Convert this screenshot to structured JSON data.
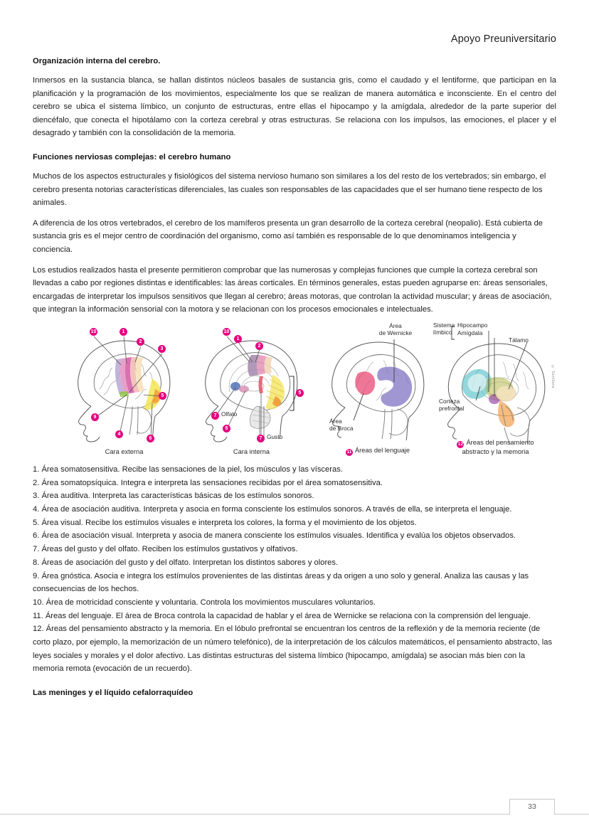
{
  "header": {
    "title": "Apoyo Preuniversitario"
  },
  "sections": {
    "heading1": "Organización interna del cerebro.",
    "para1": "Inmersos en la sustancia blanca, se hallan distintos núcleos basales de sustancia gris, como el caudado y el lentiforme, que participan en la planificación y la programación de los movimientos, especialmente los que se realizan de manera automática e inconsciente. En el centro del cerebro se ubica el sistema límbico, un conjunto de estructuras, entre ellas el hipocampo y la amígdala, alrededor de la parte superior del diencéfalo, que conecta el hipotálamo con la corteza cerebral y otras estructuras. Se relaciona con los impulsos, las emociones, el placer y el desagrado y también con la consolidación de la memoria.",
    "heading2": "Funciones nerviosas complejas: el cerebro humano",
    "para2": "Muchos de los aspectos estructurales y fisiológicos del sistema nervioso humano son similares a los del resto de los vertebrados; sin embargo, el cerebro presenta notorias características diferenciales, las cuales son responsables de las capacidades que el ser humano tiene respecto de los animales.",
    "para3": "A diferencia de los otros vertebrados, el cerebro de los mamíferos presenta un gran desarrollo de la corteza cerebral (neopalio). Está cubierta de sustancia gris es el mejor centro de coordinación del organismo, como así también es responsable de lo que denominamos inteligencia y conciencia.",
    "para4": "Los estudios realizados hasta el presente permitieron comprobar que las numerosas y complejas funciones que cumple la corteza cerebral son llevadas a cabo por regiones distintas e identificables: las áreas corticales. En términos generales, estas pueden agruparse en: áreas sensoriales, encargadas de interpretar los impulsos sensitivos que llegan al cerebro; áreas motoras, que controlan la actividad muscular; y áreas de asociación, que integran la información sensorial con la motora y se relacionan con los procesos emocionales e intelectuales.",
    "heading3": "Las meninges y el líquido cefalorraquídeo"
  },
  "figure": {
    "copyright": "© Santillana",
    "panels": [
      {
        "id": "cara-externa",
        "caption": "Cara externa",
        "caption_num": "",
        "markers": [
          "10",
          "1",
          "2",
          "3",
          "5",
          "9",
          "4",
          "6"
        ],
        "annotations": []
      },
      {
        "id": "cara-interna",
        "caption": "Cara interna",
        "caption_num": "",
        "markers": [
          "10",
          "1",
          "2",
          "5",
          "7",
          "8",
          "7"
        ],
        "annotations": [
          "Olfato",
          "Gusto"
        ]
      },
      {
        "id": "areas-del-lenguaje",
        "caption": "Áreas del lenguaje",
        "caption_num": "11",
        "markers": [],
        "annotations": [
          "Área\nde Wernicke",
          "Área\nde Broca"
        ]
      },
      {
        "id": "areas-pensamiento-abstracto",
        "caption": "Áreas del pensamiento abstracto y la memoria",
        "caption_num": "12",
        "markers": [],
        "annotations": [
          "Sistema límbico",
          "Hipocampo",
          "Amígdala",
          "Tálamo",
          "Corteza prefrontal"
        ]
      }
    ],
    "labels": {
      "wernicke": "Área\nde Wernicke",
      "wernicke_l1": "Área",
      "wernicke_l2": "de Wernicke",
      "broca_l1": "Área",
      "broca_l2": "de Broca",
      "olfato": "Olfato",
      "gusto": "Gusto",
      "sistema_l1": "Sistema",
      "sistema_l2": "límbico",
      "hipocampo": "Hipocampo",
      "amigdala": "Amígdala",
      "talamo": "Tálamo",
      "corteza_l1": "Corteza",
      "corteza_l2": "prefrontal"
    },
    "captions": {
      "p1": "Cara externa",
      "p2": "Cara interna",
      "p3": "Áreas del lenguaje",
      "p3_num": "11",
      "p4_l1": "Áreas del pensamiento",
      "p4_l2": "abstracto y la memoria",
      "p4_num": "12"
    }
  },
  "cortical_areas": [
    "1. Área somatosensitiva. Recibe las sensaciones de la piel, los músculos y las vísceras.",
    "2. Área somatopsíquica. Integra e interpreta las sensaciones recibidas por el área somatosensitiva.",
    "3. Área auditiva. Interpreta las características básicas de los estímulos sonoros.",
    "4. Área de asociación auditiva. Interpreta y asocia en forma consciente los estímulos sonoros. A través de ella, se interpreta el lenguaje.",
    "5. Área visual. Recibe los estímulos visuales e interpreta los colores, la forma y el movimiento de los objetos.",
    "6. Área de asociación visual. Interpreta y asocia de manera consciente los estímulos visuales. Identifica y evalúa los objetos observados.",
    "7. Áreas del gusto y del olfato. Reciben los estímulos gustativos y olfativos.",
    "8. Áreas de asociación del gusto y del olfato. Interpretan los distintos sabores y olores.",
    "9. Área gnóstica. Asocia e integra los estímulos provenientes de las distintas áreas y da origen a uno solo y general. Analiza las causas y las consecuencias de los hechos.",
    "10. Área de motricidad consciente y voluntaria. Controla los movimientos musculares voluntarios.",
    "11. Áreas del lenguaje. El área de Broca controla la capacidad de hablar y el área de Wernicke se relaciona con la comprensión del lenguaje.",
    "12. Áreas del pensamiento abstracto y la memoria. En el lóbulo prefrontal se encuentran los centros de la reflexión y de la memoria reciente (de corto plazo, por ejemplo, la memorización de un número telefónico), de la interpretación de los cálculos matemáticos, el pensamiento abstracto, las leyes sociales y morales y el dolor afectivo. Las distintas estructuras del sistema límbico (hipocampo, amígdala) se asocian más bien con la memoria remota (evocación de un recuerdo)."
  ],
  "footer": {
    "page_number": "33"
  },
  "colors": {
    "marker_pink": "#e5007e",
    "rule_gray": "#c9c9c9",
    "text": "#1c1c1c"
  }
}
